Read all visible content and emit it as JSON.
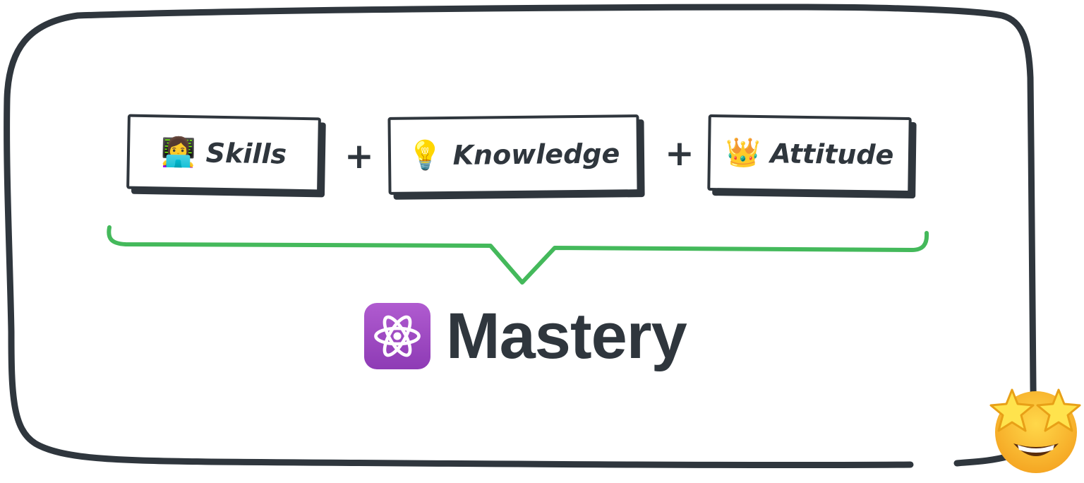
{
  "cards": [
    {
      "emoji": "👩‍💻",
      "label": "Skills"
    },
    {
      "emoji": "💡",
      "label": "Knowledge"
    },
    {
      "emoji": "👑",
      "label": "Attitude"
    }
  ],
  "operators": [
    "+",
    "+"
  ],
  "result": {
    "icon": "atom-symbol-icon",
    "label": "Mastery"
  },
  "corner_emoji": "star-struck-icon",
  "colors": {
    "ink": "#2f363d",
    "brace": "#44b95b",
    "atom_badge": "#9b45c2"
  }
}
